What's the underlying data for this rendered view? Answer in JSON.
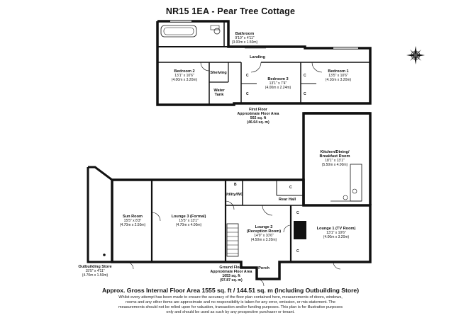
{
  "title": "NR15 1EA - Pear Tree Cottage",
  "rooms": {
    "bathroom": {
      "name": "Bathroom",
      "dim1": "9'10\" x 4'11\"",
      "dim2": "(3.00m x 1.50m)"
    },
    "landing": {
      "name": "Landing"
    },
    "bedroom2": {
      "name": "Bedroom 2",
      "dim1": "13'1\" x 10'6\"",
      "dim2": "(4.00m x 3.20m)"
    },
    "shelving": {
      "name": "Shelving"
    },
    "watertank": {
      "name1": "Water",
      "name2": "Tank"
    },
    "bedroom3": {
      "name": "Bedroom 3",
      "dim1": "13'1\" x 7'4\"",
      "dim2": "(4.00m x 2.24m)"
    },
    "bedroom1": {
      "name": "Bedroom 1",
      "dim1": "13'5\" x 10'6\"",
      "dim2": "(4.10m x 3.20m)"
    },
    "kitchen": {
      "name1": "Kitchen/Dining/",
      "name2": "Breakfast Room",
      "dim1": "18'1\" x 13'1\"",
      "dim2": "(5.50m x 4.00m)"
    },
    "sunroom": {
      "name": "Sun Room",
      "dim1": "15'5\" x 8'3\"",
      "dim2": "(4.70m x 2.50m)"
    },
    "lounge3": {
      "name": "Lounge 3 (Formal)",
      "dim1": "15'5\" x 13'1\"",
      "dim2": "(4.70m x 4.00m)"
    },
    "utility": {
      "name": "Utility/WC"
    },
    "rearhall": {
      "name": "Rear Hall"
    },
    "lounge2": {
      "name1": "Lounge 2",
      "name2": "(Reception Room)",
      "dim1": "14'9\" x 10'6\"",
      "dim2": "(4.50m x 3.20m)"
    },
    "lounge1": {
      "name": "Lounge 1 (TV Room)",
      "dim1": "13'1\" x 10'6\"",
      "dim2": "(4.00m x 3.20m)"
    },
    "porch": {
      "name": "Porch"
    },
    "outbuilding": {
      "name": "Outbuilding Store",
      "dim1": "15'5\" x 4'11\"",
      "dim2": "(4.70m x 1.50m)"
    }
  },
  "cupboard_labels": {
    "c": "C",
    "b": "B"
  },
  "first_floor": {
    "line1": "First Floor",
    "line2": "Approximate Floor Area",
    "line3": "502 sq. ft",
    "line4": "(46.64 sq. m)"
  },
  "ground_floor": {
    "line1": "Ground Floor",
    "line2": "Approximate Floor Area",
    "line3": "1053 sq. ft",
    "line4": "(97.87 sq. m)"
  },
  "gross_area": "Approx. Gross Internal Floor Area 1555 sq. ft / 144.51 sq. m (Including Outbuilding Store)",
  "disclaimer": [
    "Whilst every attempt has been made to ensure the accuracy of the floor plan contained here, measurements of doors, windows,",
    "rooms and any other items are approximate and no responsibility is taken for any error, omission, or mis-statement. The",
    "measurements should not be relied upon for valuation, transaction and/or funding purposes. This plan is for illustrative purposes",
    "only and should be used as such by any prospective purchaser or tenant."
  ],
  "icons": {
    "compass": "compass-rose-icon"
  }
}
